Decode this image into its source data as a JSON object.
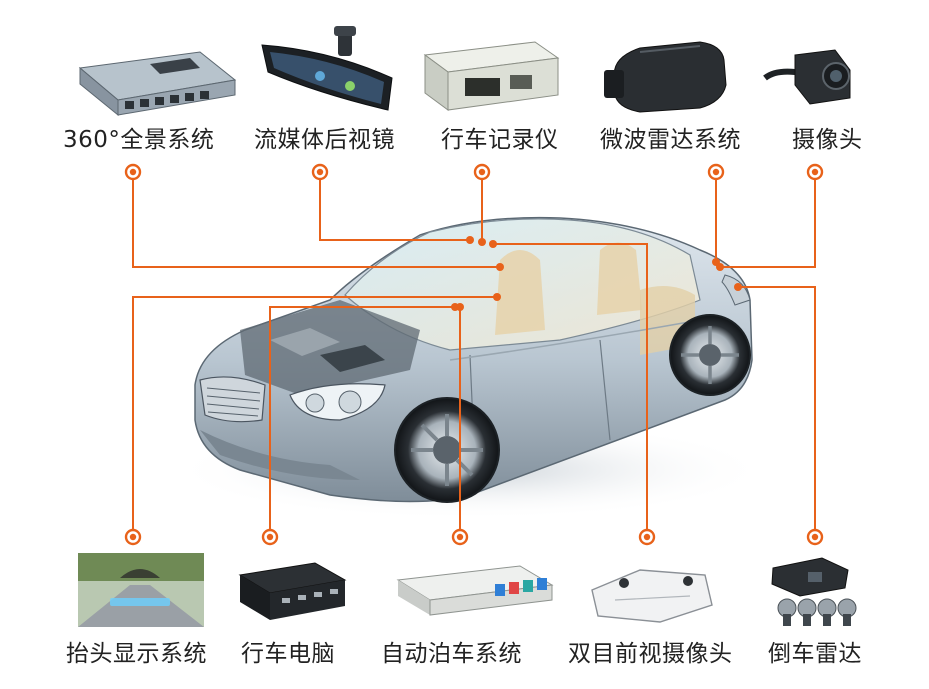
{
  "accent_color": "#e8621a",
  "components_top": [
    {
      "label": "360°全景系统",
      "icon": "surround-view-controller-icon"
    },
    {
      "label": "流媒体后视镜",
      "icon": "streaming-rearview-mirror-icon"
    },
    {
      "label": "行车记录仪",
      "icon": "dashcam-box-icon"
    },
    {
      "label": "微波雷达系统",
      "icon": "microwave-radar-module-icon"
    },
    {
      "label": "摄像头",
      "icon": "camera-module-icon"
    }
  ],
  "components_bottom": [
    {
      "label": "抬头显示系统",
      "icon": "head-up-display-photo-icon"
    },
    {
      "label": "行车电脑",
      "icon": "car-computer-box-icon"
    },
    {
      "label": "自动泊车系统",
      "icon": "auto-parking-controller-icon"
    },
    {
      "label": "双目前视摄像头",
      "icon": "stereo-front-camera-icon"
    },
    {
      "label": "倒车雷达",
      "icon": "parking-sensor-kit-icon"
    }
  ],
  "center_image": {
    "icon": "transparent-sedan-cutaway-icon"
  }
}
